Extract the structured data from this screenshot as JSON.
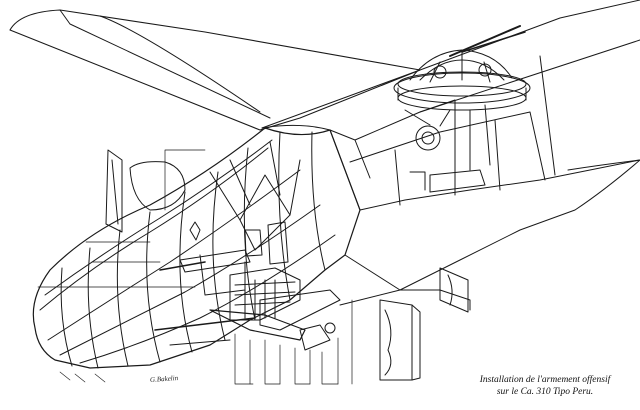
{
  "caption": {
    "line1": "Installation de l'armement offensif",
    "line2": "sur le Ca. 310 Tipo Peru."
  },
  "signature": "G.Bakelin",
  "colors": {
    "ink": "#1a1a1a",
    "paper": "#ffffff"
  }
}
